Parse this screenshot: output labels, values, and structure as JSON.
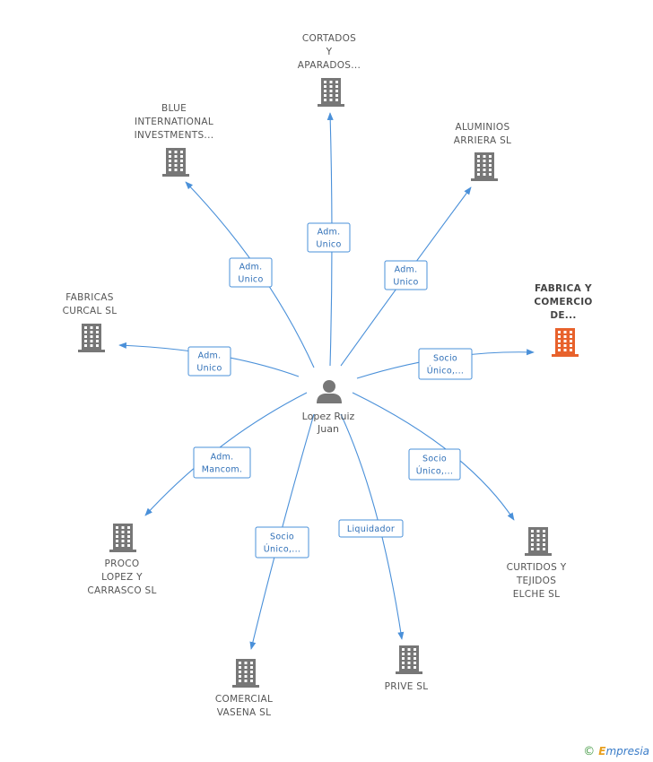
{
  "center": {
    "name": [
      "Lopez Ruiz",
      "Juan"
    ],
    "icon": "person-icon"
  },
  "companies": [
    {
      "id": "cortados",
      "name": [
        "CORTADOS",
        "Y",
        "APARADOS..."
      ],
      "relation": [
        "Adm.",
        "Unico"
      ]
    },
    {
      "id": "blue",
      "name": [
        "BLUE",
        "INTERNATIONAL",
        "INVESTMENTS..."
      ],
      "relation": [
        "Adm.",
        "Unico"
      ]
    },
    {
      "id": "aluminios",
      "name": [
        "ALUMINIOS",
        "ARRIERA SL"
      ],
      "relation": [
        "Adm.",
        "Unico"
      ]
    },
    {
      "id": "fabricas-curcal",
      "name": [
        "FABRICAS",
        "CURCAL SL"
      ],
      "relation": [
        "Adm.",
        "Unico"
      ]
    },
    {
      "id": "fabrica-comercio",
      "name": [
        "FABRICA Y",
        "COMERCIO",
        "DE..."
      ],
      "relation": [
        "Socio",
        "Único,..."
      ],
      "highlight": true
    },
    {
      "id": "proco",
      "name": [
        "PROCO",
        "LOPEZ Y",
        "CARRASCO SL"
      ],
      "relation": [
        "Adm.",
        "Mancom."
      ]
    },
    {
      "id": "curtidos",
      "name": [
        "CURTIDOS Y",
        "TEJIDOS",
        "ELCHE SL"
      ],
      "relation": [
        "Socio",
        "Único,..."
      ]
    },
    {
      "id": "comercial",
      "name": [
        "COMERCIAL",
        "VASENA SL"
      ],
      "relation": [
        "Socio",
        "Único,..."
      ]
    },
    {
      "id": "prive",
      "name": [
        "PRIVE SL"
      ],
      "relation": [
        "Liquidador"
      ]
    }
  ],
  "colors": {
    "edge": "#4a90d9",
    "building": "#777777",
    "building_highlight": "#e8622c",
    "person": "#777777"
  },
  "footer": {
    "copyright": "©",
    "brand_first": "E",
    "brand_rest": "mpresia"
  }
}
